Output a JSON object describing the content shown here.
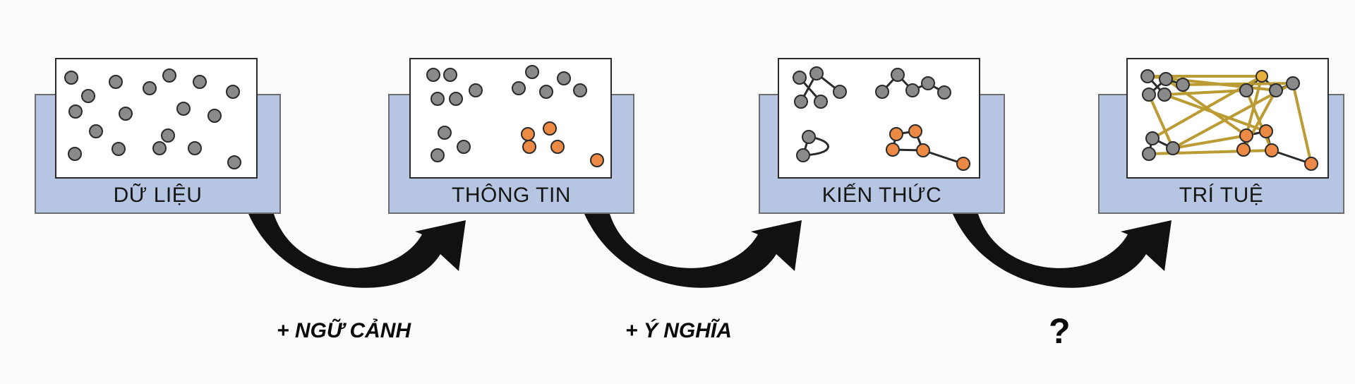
{
  "stages": [
    {
      "label": "DỮ LIỆU"
    },
    {
      "label": "THÔNG TIN"
    },
    {
      "label": "KIẾN THỨC"
    },
    {
      "label": "TRÍ TUỆ"
    }
  ],
  "transitions": [
    {
      "label": "+ NGỮ CẢNH"
    },
    {
      "label": "+ Ý NGHĨA"
    },
    {
      "label": "?"
    }
  ],
  "colors": {
    "base_fill": "#b6c6e2",
    "node_gray": "#8a8a8a",
    "node_orange": "#ec8a45",
    "link_dark": "#2a2a2a",
    "link_gold": "#b8962a",
    "arrow": "#111111"
  }
}
